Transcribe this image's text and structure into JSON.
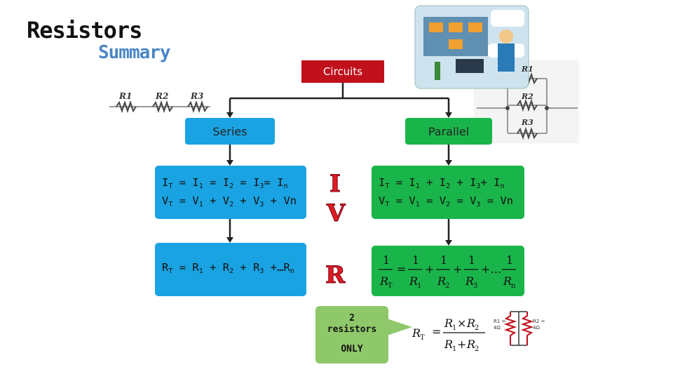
{
  "title": {
    "main": "Resistors",
    "sub": "Summary"
  },
  "circuits_label": "Circuits",
  "series": {
    "label": "Series",
    "current_eq": "I",
    "iv_lines": [
      "I_T = I_1 = I_2 = I_3= I_n",
      "V_T = V_1 + V_2 + V_3 + Vn"
    ],
    "r_line": "R_T = R_1 + R_2 + R_3 +…R_n"
  },
  "parallel": {
    "label": "Parallel",
    "iv_lines": [
      "I_T = I_1 + I_2 + I_3+ I_n",
      "V_T = V_1 = V_2 = V_3 = Vn"
    ]
  },
  "letters": {
    "i": "I",
    "v": "V",
    "r": "R"
  },
  "two_resistors": {
    "line1": "2",
    "line2": "resistors",
    "line3": "ONLY"
  },
  "series_diagram_labels": [
    "R1",
    "R2",
    "R3"
  ],
  "parallel_diagram_labels": [
    "R1",
    "R2",
    "R3"
  ],
  "small_resistor_labels": [
    "R1 = 4Ω",
    "R2 = 4Ω"
  ],
  "colors": {
    "red": "#c0101c",
    "blue": "#1aa3e2",
    "green": "#1ab54a",
    "callout": "#8fc86a"
  }
}
